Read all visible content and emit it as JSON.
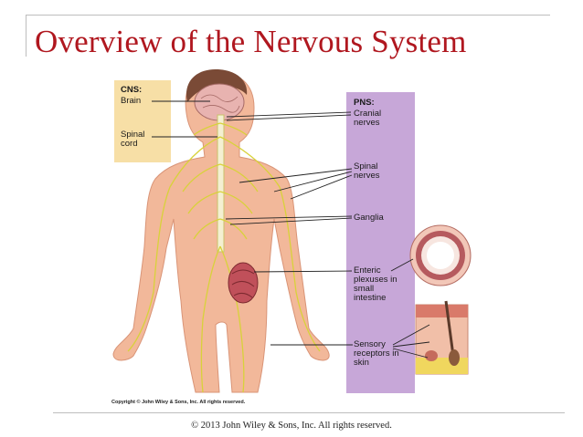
{
  "slide": {
    "title": "Overview of the Nervous System",
    "footer": "© 2013 John Wiley & Sons, Inc. All rights reserved."
  },
  "figure": {
    "cns_heading": "CNS:",
    "cns_labels": [
      "Brain",
      "Spinal cord"
    ],
    "pns_heading": "PNS:",
    "pns_labels": [
      "Cranial nerves",
      "Spinal nerves",
      "Ganglia",
      "Enteric plexuses in small intestine",
      "Sensory receptors in skin"
    ],
    "copyright": "Copyright © John Wiley & Sons, Inc. All rights reserved."
  },
  "colors": {
    "title": "#b0171f",
    "cns_panel": "#f7dfa6",
    "pns_panel": "#c7a7d8",
    "skin": "#f2b89a",
    "nerve": "#d8d23a"
  }
}
